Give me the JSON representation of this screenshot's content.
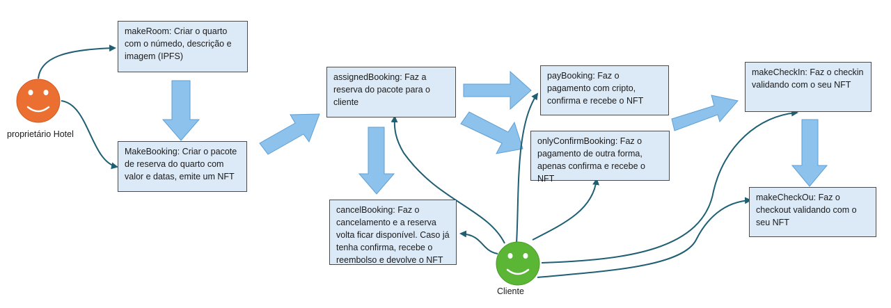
{
  "colors": {
    "box_fill": "#dce9f6",
    "box_border": "#4a4a4a",
    "block_arrow_fill": "#8cc2ec",
    "block_arrow_stroke": "#5f9fd3",
    "connector": "#1f5f73",
    "owner_face": "#ec6f32",
    "client_face": "#5bb635"
  },
  "actors": {
    "owner": {
      "label": "proprietário Hotel",
      "icon": "smiley-face-orange"
    },
    "client": {
      "label": "Cliente",
      "icon": "smiley-face-green"
    }
  },
  "boxes": {
    "make_room": "makeRoom: Criar o quarto com o númedo, descrição e imagem (IPFS)",
    "make_booking": "MakeBooking: Criar o pacote de reserva do quarto com valor e datas, emite um NFT",
    "assigned_booking": "assignedBooking: Faz a reserva do pacote para o cliente",
    "cancel_booking": "cancelBooking: Faz o cancelamento e a reserva volta ficar disponível. Caso já tenha confirma, recebe o reembolso e devolve o NFT",
    "pay_booking": "payBooking: Faz o pagamento com cripto, confirma e recebe o NFT",
    "only_confirm_booking": "onlyConfirmBooking: Faz o pagamento de outra forma, apenas confirma e recebe o NFT",
    "make_check_in": "makeCheckIn: Faz o checkin validando com o seu NFT",
    "make_check_out": "makeCheckOu: Faz o checkout validando com o seu NFT"
  }
}
